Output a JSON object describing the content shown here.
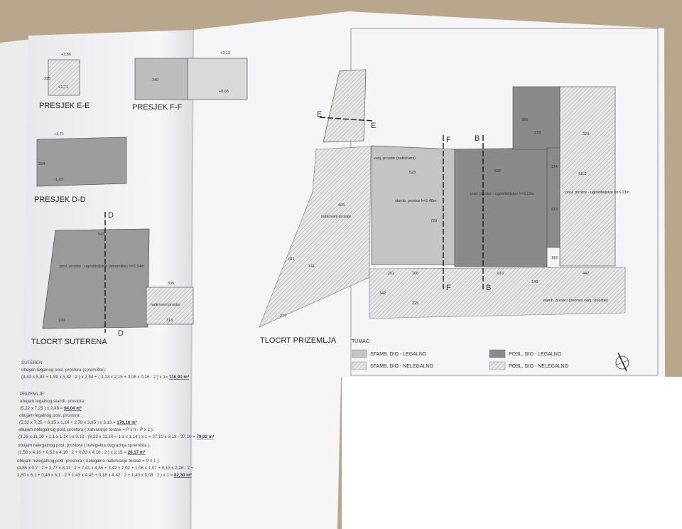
{
  "left_sheet": {
    "sections": [
      {
        "title": "PRESJEK E-E",
        "dims": [
          "+3,86",
          "+1,71",
          "215"
        ]
      },
      {
        "title": "PRESJEK F-F",
        "dims": [
          "240",
          "+3,13",
          "+0,65"
        ]
      },
      {
        "title": "PRESJEK D-D",
        "dims": [
          "+1,71",
          "-1,23",
          "294"
        ]
      },
      {
        "title": "TLOCRT SUTERENA",
        "dims": [
          "543",
          "306",
          "313",
          "199"
        ],
        "room_labels": [
          "posl. prostor - ugostiteljstvo (spremište) h=2,94m",
          "natkriveni prostor"
        ],
        "cut_marks": [
          "D",
          "D"
        ]
      }
    ],
    "calculations": {
      "suteren_heading": "SUTEREN",
      "suteren_lines": [
        "obujam legalnog posl. prostora (spremište):",
        "(3,43 x 5,82 + 1,99 x 5,82 : 2 ) x 2,94 + ( 3,13 x 2,15 + 3,06 x 0,16 : 2 ) x 1= "
      ],
      "suteren_result": "116,91 m³",
      "prizemlje_heading": "PRIZEMLJE",
      "prizemlje": [
        {
          "label": "obujam legalnog stamb. prostora:",
          "formula": "(5,22 x 7,25 ) x 2,48 = ",
          "result": "94,04 m³"
        },
        {
          "label": "obujam legalnog posl. prostora:",
          "formula": "(5,32 x 7,25 + 6,15 x 1,14 + 2,78 x 3,85 ) x 3,13 = ",
          "result": "176,16 m³"
        },
        {
          "label": "obujam nelegalnog posl. prostora  ( zatvaranje terase = P x h - P x 1 ):",
          "formula": "(3,23 x 11,10 + 1,1 x 1,14 ) x 3,13 - (3,23 x 11,10 + 1,1 x 1,14 ) x 1 = 37,10 x 3,13 - 37,10 = ",
          "result": "79,02 m³"
        },
        {
          "label": "obujam nelegalnog posl. prostora  ( nelegalna dogradnja spremišta ):",
          "formula": "(1,58 x 4,16 + 0,52 x 4,16 : 2 + 0,83 x 4,16 : 2 ) x 2,15 = ",
          "result": "20,17 m³"
        },
        {
          "label": "obujam nelegalnog posl. prostora  ( nelegalno natkrivanje terase = P x 1 ):",
          "formula": "(4,85 x 0,7 : 2 + 2,77 x 8,11 : 2 + 7,41 x 4,65 + 3,42 x 2,02 + 1,06 x 1,07 + 0,13 x 2,26 : 2 +",
          "formula2": "2,80 x 6,1 + 0,46 x 6,1 : 2 + 1,43 x 4,42 + 0,18 x 4,42 : 2 + 1,43 x 0,08 : 2 ) x 1 = ",
          "result": "82,30 m³"
        }
      ]
    }
  },
  "right_sheet": {
    "plan_title": "TLOCRT PRIZEMLJA",
    "dims": [
      "523",
      "532",
      "114",
      "323",
      "278",
      "385",
      "610",
      "202",
      "106",
      "442",
      "277",
      "811",
      "741",
      "465",
      "725",
      "1110",
      "615",
      "118",
      "342",
      "225",
      "140"
    ],
    "room_labels": [
      "stamb. prostor h=2,48m",
      "posl. prostor - ugostiteljstvo h=3,13m",
      "posl. prostor - ugostiteljstvo h=3,13m",
      "natkriveni prostor",
      "stamb. prostor (dvoreni vanj. stubište)",
      "vanj. prostor (natkriveni)"
    ],
    "cut_marks": [
      "E",
      "E",
      "F",
      "F",
      "B",
      "B"
    ],
    "legend": {
      "title": "TUMAČ:",
      "items": [
        {
          "label": "STAMB. DIO - LEGALNO",
          "color": "#c4c4c4"
        },
        {
          "label": "STAMB. DIO - NELEGALNO",
          "color": "#cfcfcf",
          "hatched": true
        },
        {
          "label": "POSL. DIO - LEGALNO",
          "color": "#8a8a8a"
        },
        {
          "label": "POSL. DIO - NELEGALNO",
          "color": "#e2e2e2",
          "hatched": true
        }
      ],
      "north_icon": "compass-north-arrow-icon"
    }
  },
  "colors": {
    "table": "#b8a78c",
    "paper": "#f4f4f6",
    "legal_commercial": "#8a8a8a",
    "legal_residential": "#c4c4c4"
  }
}
